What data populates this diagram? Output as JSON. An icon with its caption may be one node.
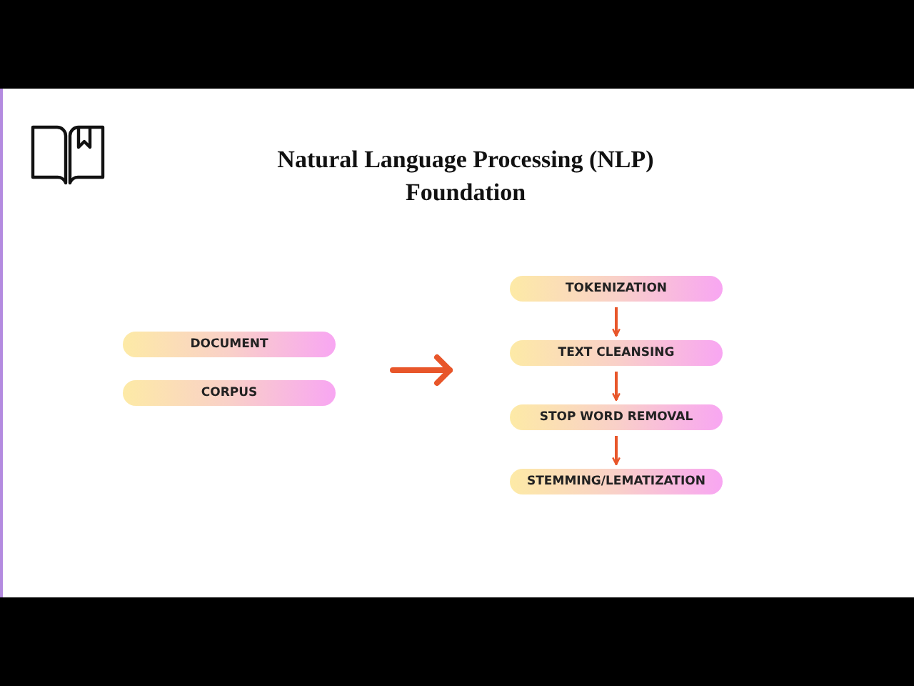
{
  "diagram": {
    "title": "Natural Language Processing (NLP) Foundation",
    "nodes": [
      {
        "text": [
          "DOCUMENT"
        ]
      },
      {
        "text": [
          "CORPUS"
        ]
      },
      {
        "text": [
          "TOKENIZATION"
        ]
      },
      {
        "text": [
          "TEXT CLEANSING"
        ]
      },
      {
        "text": [
          "STOP WORD REMOVAL"
        ]
      },
      {
        "text": [
          "STEMMING/LEMATIZATION"
        ]
      }
    ],
    "edges": [
      {
        "from": 2,
        "to": 3,
        "arrow": "to"
      },
      {
        "from": 3,
        "to": 4,
        "arrow": "to"
      },
      {
        "from": 4,
        "to": 5,
        "arrow": "to"
      }
    ]
  }
}
